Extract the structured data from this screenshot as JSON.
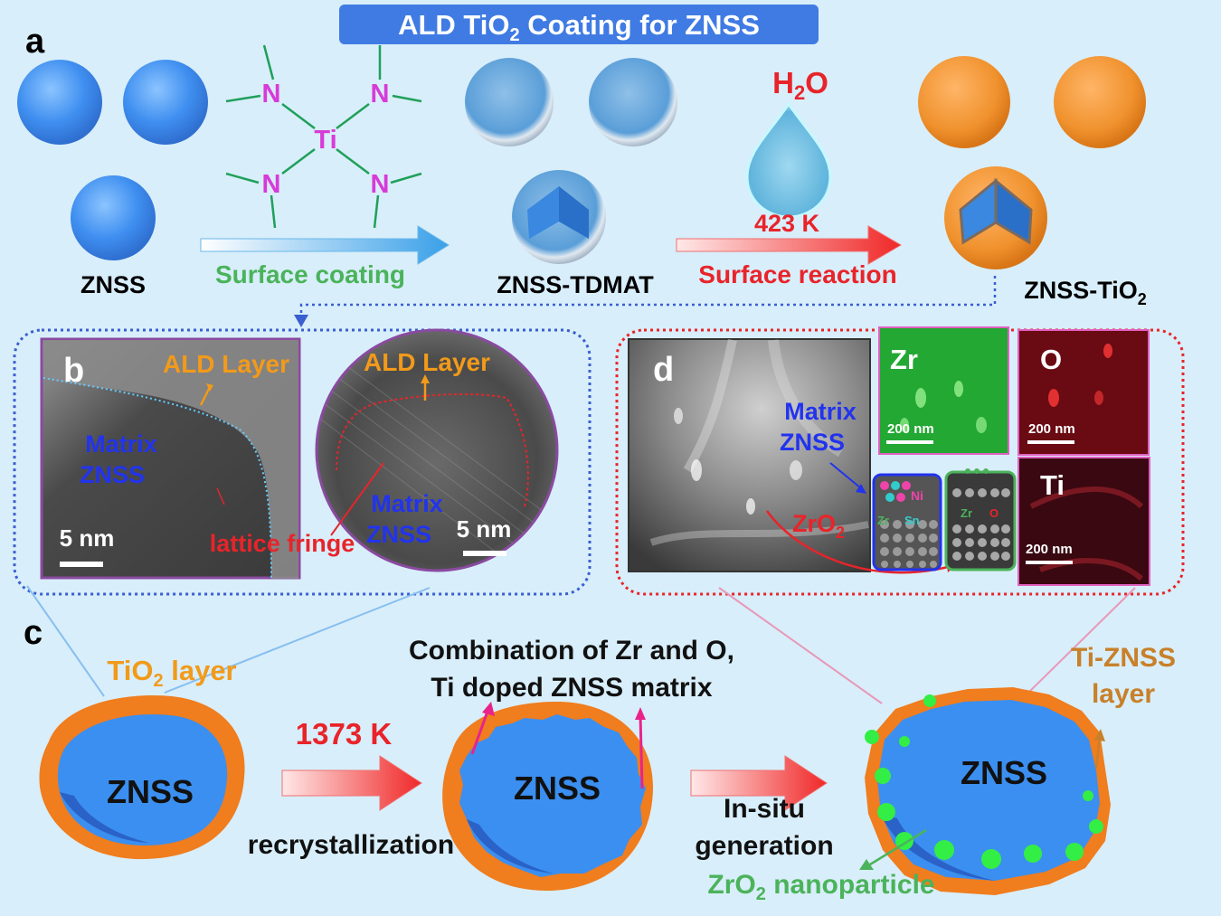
{
  "title": {
    "main": "ALD TiO",
    "sub": "2",
    "tail": " Coating for ZNSS"
  },
  "panel_labels": {
    "a": "a",
    "b": "b",
    "c": "c",
    "d": "d"
  },
  "colors": {
    "background": "#d8eefa",
    "znss_blue": "#3b8ff0",
    "tio2_orange": "#f07d1e",
    "title_box": "#3f7be3",
    "green_label": "#4bb35b",
    "red_label": "#e8242a",
    "blue_text": "#2233ee",
    "orange_text": "#f29a1a",
    "zro2_green": "#33ee44"
  },
  "panel_a": {
    "znss_label": "ZNSS",
    "molecule": {
      "center": "Ti",
      "ligand": "N"
    },
    "step1_label": "Surface coating",
    "tdmat_label": "ZNSS-TDMAT",
    "water": {
      "main": "H",
      "sub": "2",
      "tail": "O"
    },
    "temperature": "423 K",
    "step2_label": "Surface reaction",
    "product": {
      "main": "ZNSS-TiO",
      "sub": "2"
    }
  },
  "panel_b": {
    "ald_layer": "ALD Layer",
    "matrix_line1": "Matrix",
    "matrix_line2": "ZNSS",
    "lattice": "lattice fringe",
    "scale": "5 nm"
  },
  "panel_d": {
    "matrix_line1": "Matrix",
    "matrix_line2": "ZNSS",
    "zro2": {
      "main": "ZrO",
      "sub": "2"
    },
    "maps": [
      {
        "element": "Zr",
        "scale": "200 nm",
        "color": "#22a833"
      },
      {
        "element": "O",
        "scale": "200 nm",
        "color": "#6a0a12"
      },
      {
        "element": "Ti",
        "scale": "200 nm",
        "color": "#3a0810"
      }
    ],
    "inset1_labels": [
      "Ni",
      "Zr",
      "Sn"
    ],
    "inset2_labels": [
      "Zr",
      "O"
    ]
  },
  "panel_c": {
    "tio2_layer": {
      "main": "TiO",
      "sub": "2",
      "tail": " layer"
    },
    "temperature": "1373 K",
    "step1_label": "recrystallization",
    "combination_line1": "Combination of Zr and O,",
    "combination_line2": "Ti doped ZNSS matrix",
    "particle_label": "ZNSS",
    "step2_line1": "In-situ",
    "step2_line2": "generation",
    "nanoparticle": {
      "main": "ZrO",
      "sub": "2",
      "tail": " nanoparticle"
    },
    "ti_znss_line1": "Ti-ZNSS",
    "ti_znss_line2": "layer"
  }
}
